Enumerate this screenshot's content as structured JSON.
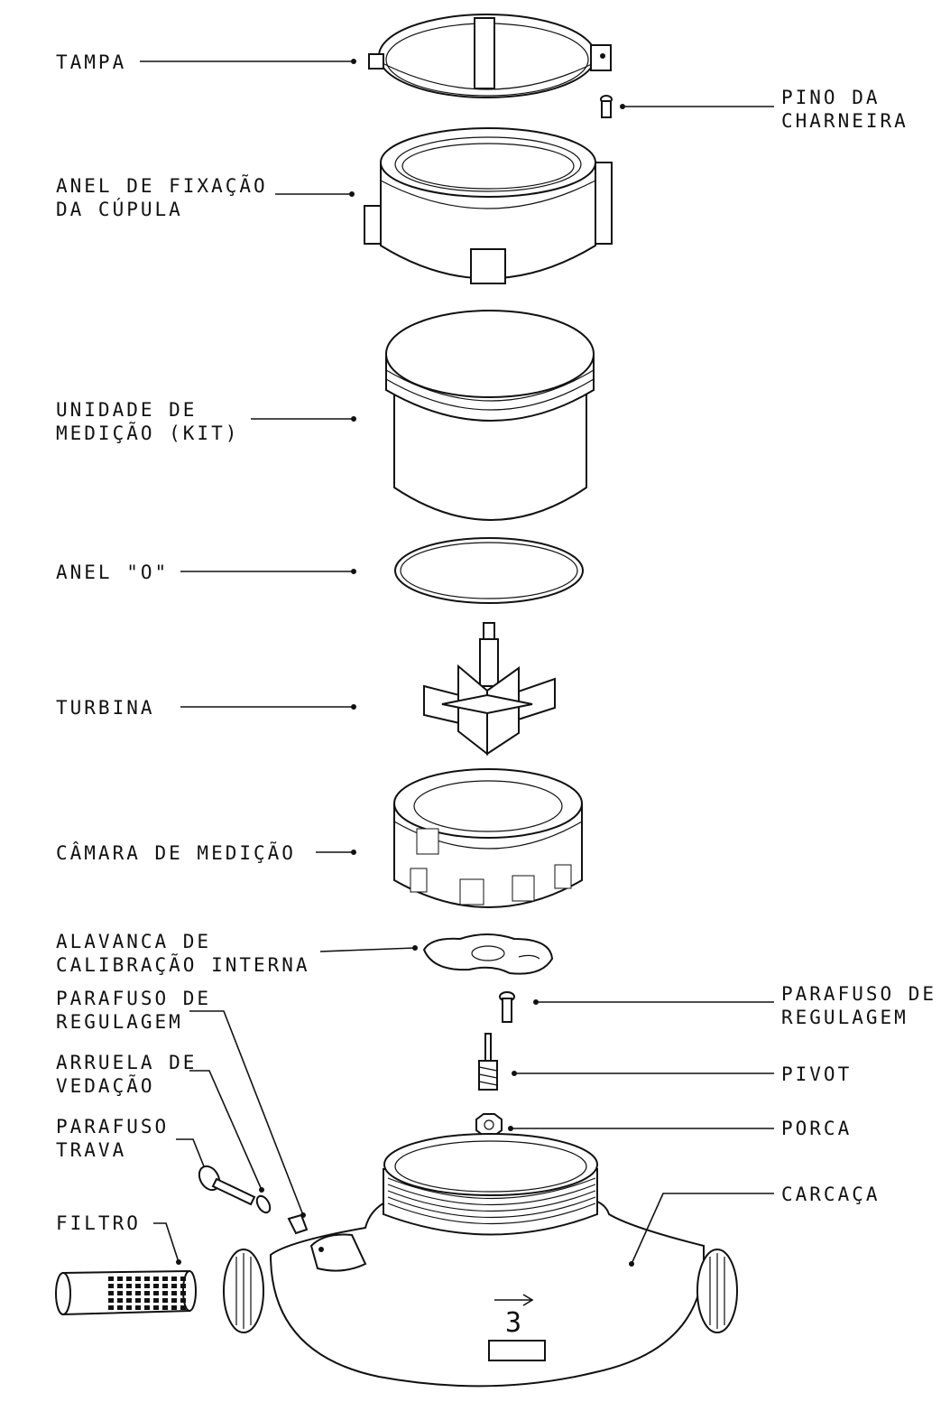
{
  "labels": {
    "tampa": [
      "TAMPA"
    ],
    "pino_da_charneira": [
      "PINO DA",
      "CHARNEIRA"
    ],
    "anel_de_fixacao": [
      "ANEL DE FIXAÇÃO",
      "DA CÚPULA"
    ],
    "unidade_de_medicao": [
      "UNIDADE DE",
      "MEDIÇÃO (KIT)"
    ],
    "anel_o": [
      "ANEL \"O\""
    ],
    "turbina": [
      "TURBINA"
    ],
    "camara_de_medicao": [
      "CÂMARA DE MEDIÇÃO"
    ],
    "alavanca_de_calibracao": [
      "ALAVANCA DE",
      "CALIBRAÇÃO INTERNA"
    ],
    "parafuso_de_regulagem_left": [
      "PARAFUSO DE",
      "REGULAGEM"
    ],
    "arruela_de_vedacao": [
      "ARRUELA DE",
      "VEDAÇÃO"
    ],
    "parafuso_trava": [
      "PARAFUSO",
      "TRAVA"
    ],
    "filtro": [
      "FILTRO"
    ],
    "parafuso_de_regulagem_right": [
      "PARAFUSO DE",
      "REGULAGEM"
    ],
    "pivot": [
      "PIVOT"
    ],
    "porca": [
      "PORCA"
    ],
    "carcaca": [
      "CARCAÇA"
    ]
  },
  "body_marking": "3"
}
